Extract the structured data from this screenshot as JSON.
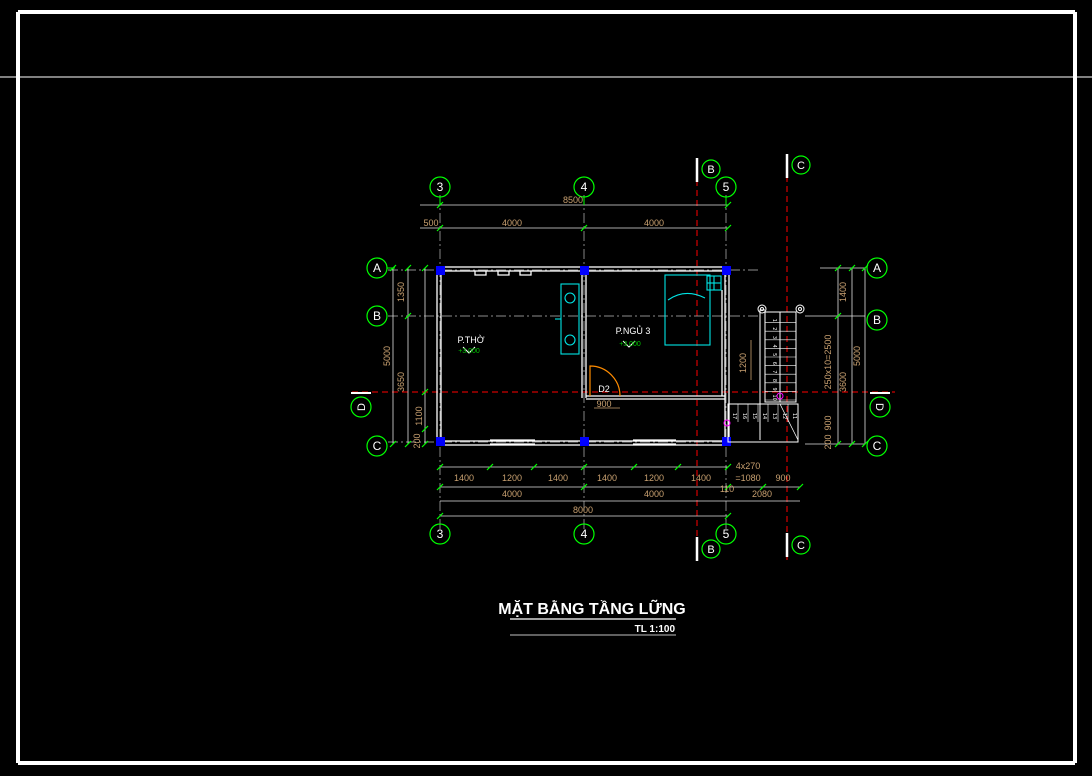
{
  "drawing": {
    "title": "MẶT BẰNG TẦNG LỮNG",
    "scale": "TL 1:100"
  },
  "grid_bubbles": {
    "v3": "3",
    "v4": "4",
    "v5": "5",
    "h_a": "A",
    "h_b": "B",
    "h_c": "C",
    "h_d": "D",
    "sec_b": "B",
    "sec_c": "C"
  },
  "dims_top": {
    "total": "8500",
    "d500": "500",
    "d4000a": "4000",
    "d4000b": "4000"
  },
  "dims_left": {
    "d1350": "1350",
    "d5000": "5000",
    "d3650": "3650",
    "d1100": "1100",
    "d200": "200"
  },
  "dims_right": {
    "d1400": "1400",
    "d5000": "5000",
    "stair": "250x10=2500",
    "d3600": "3600",
    "d900": "900",
    "d200": "200"
  },
  "dims_bottom": {
    "a1400": "1400",
    "a1200": "1200",
    "a1400b": "1400",
    "a1400c": "1400",
    "a1200b": "1200",
    "a1400d": "1400",
    "b4000": "4000",
    "b4000b": "4000",
    "total": "8000",
    "stair_a": "4x270",
    "stair_b": "=1080",
    "stair_c": "900",
    "s110": "110",
    "s2080": "2080"
  },
  "rooms": {
    "worship": "P.THỜ",
    "worship_level": "+3.000",
    "bed3": "P.NGỦ 3",
    "bed3_level": "+3.000",
    "door": "D2",
    "door_w": "900",
    "win_h": "1200"
  },
  "stair_steps": [
    "1",
    "2",
    "3",
    "4",
    "5",
    "6",
    "7",
    "8",
    "9",
    "10",
    "11",
    "12",
    "13",
    "14",
    "15",
    "16",
    "17"
  ],
  "colors": {
    "frame": "#ffffff",
    "grid_circle": "#00ff00",
    "dim": "#c8a070",
    "wall": "#ffffff",
    "axis": "#ff0000",
    "column": "#0000ff",
    "furniture": "#00e5e5",
    "door": "#ff8c00",
    "green_text": "#00c800",
    "magenta": "#ff00ff"
  }
}
